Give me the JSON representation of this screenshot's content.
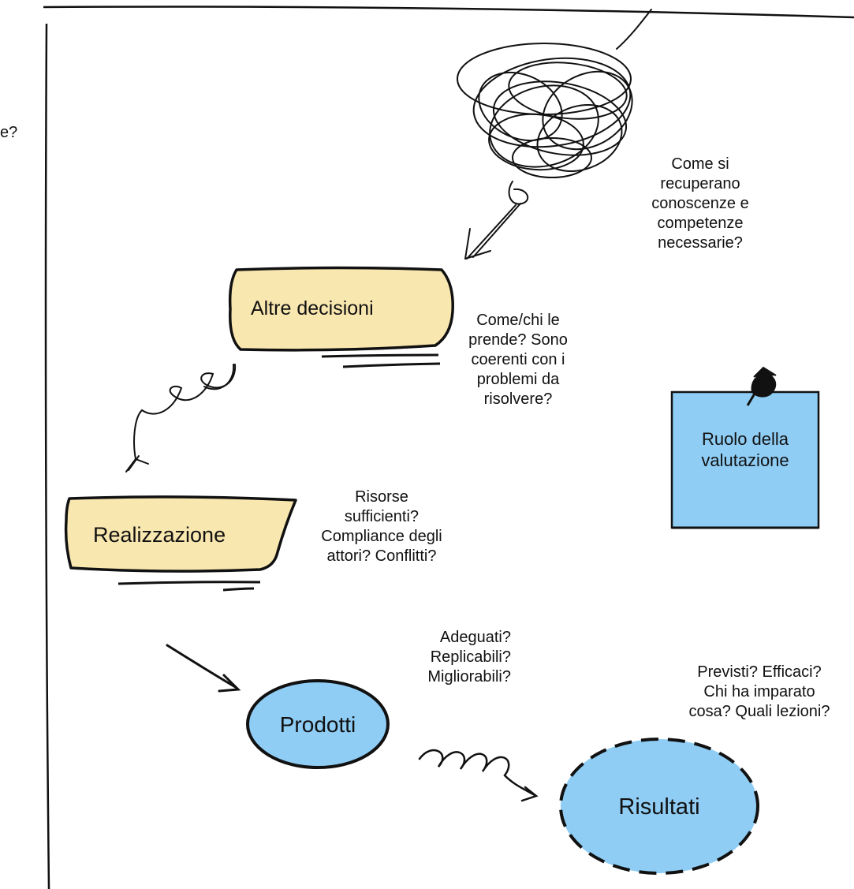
{
  "left_edge_fragment": "e?",
  "nodes": {
    "altre_decisioni": {
      "label": "Altre decisioni",
      "fill": "#f9e7b0"
    },
    "realizzazione": {
      "label": "Realizzazione",
      "fill": "#f9e7b0"
    },
    "prodotti": {
      "label": "Prodotti",
      "fill": "#8fcdf5"
    },
    "risultati": {
      "label": "Risultati",
      "fill": "#8fcdf5"
    },
    "ruolo_valutazione": {
      "label": "Ruolo della\nvalutazione",
      "fill": "#8fcdf5"
    }
  },
  "questions": {
    "conoscenze": "Come si\nrecuperano\nconoscenze e\ncompetenze\nnecessarie?",
    "decisioni": "Come/chi le\nprende? Sono\ncoerenti con i\nproblemi da\nrisolvere?",
    "realizzazione": "Risorse\nsufficienti?\nCompliance degli\nattori? Conflitti?",
    "prodotti": "Adeguati?\nReplicabili?\nMigliorabili?",
    "risultati": "Previsti? Efficaci?\nChi ha imparato\ncosa? Quali lezioni?"
  },
  "colors": {
    "ink": "#111111",
    "yellow_fill": "#f9e7b0",
    "blue_fill": "#8fcdf5"
  }
}
